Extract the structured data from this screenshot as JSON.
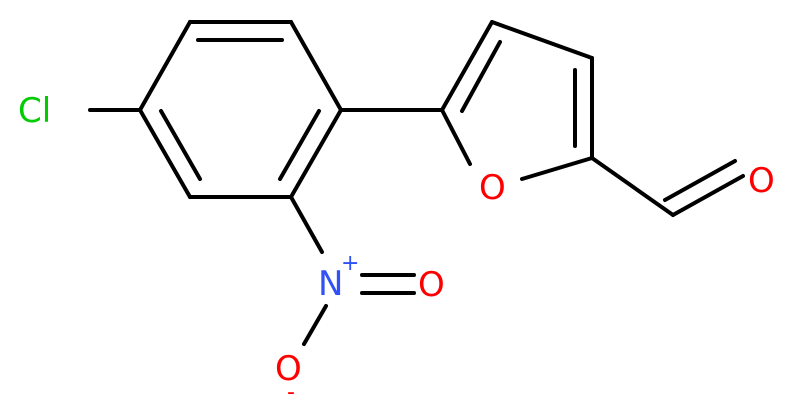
{
  "molecule": {
    "atoms": {
      "cl": {
        "symbol": "Cl",
        "color": "#00cc00"
      },
      "furan_o": {
        "symbol": "O",
        "color": "#ff0000"
      },
      "aldehyde_o": {
        "symbol": "O",
        "color": "#ff0000"
      },
      "nitro_n": {
        "symbol": "N",
        "charge": "+",
        "color": "#3050f8"
      },
      "nitro_o_double": {
        "symbol": "O",
        "color": "#ff0000"
      },
      "nitro_o_minus": {
        "symbol": "O",
        "charge": "-",
        "color": "#ff0000"
      }
    },
    "bond_color": "#000000"
  }
}
